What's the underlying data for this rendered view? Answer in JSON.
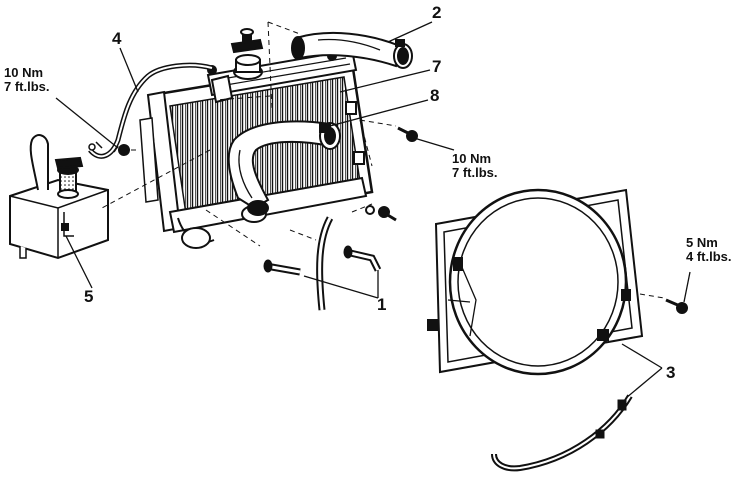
{
  "callouts": {
    "c1": "1",
    "c2": "2",
    "c3": "3",
    "c4": "4",
    "c5": "5",
    "c7": "7",
    "c8": "8"
  },
  "torques": {
    "reservoir_bolt": {
      "nm": "10 Nm",
      "ftlb": "7 ft.lbs."
    },
    "radiator_bolt": {
      "nm": "10 Nm",
      "ftlb": "7 ft.lbs."
    },
    "shroud_bolt": {
      "nm": "5 Nm",
      "ftlb": "4 ft.lbs."
    }
  },
  "colors": {
    "ink": "#111111",
    "paper": "#ffffff"
  }
}
